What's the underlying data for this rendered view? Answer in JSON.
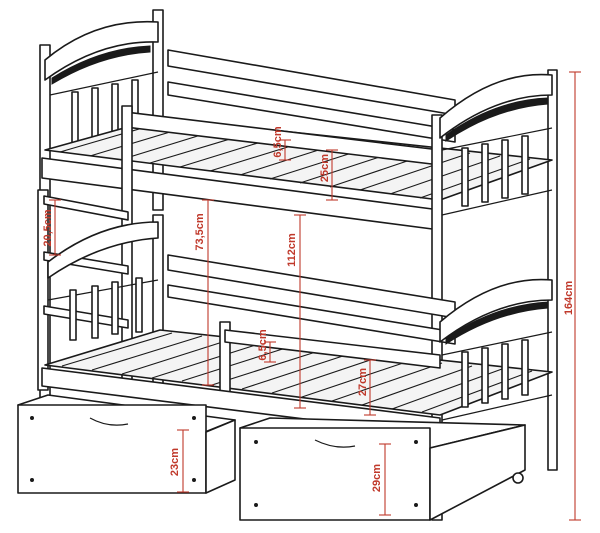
{
  "colors": {
    "dimension": "#c0392b",
    "line": "#1a1a1a",
    "background": "#ffffff"
  },
  "dimensions": {
    "top_slat_gap": "6,5cm",
    "top_rail_height": "25cm",
    "ladder_step": "20,5cm",
    "bed_clearance": "73,5cm",
    "total_height_mid": "112cm",
    "total_height": "164cm",
    "bottom_slat_gap": "6,5cm",
    "bottom_rail_height": "27cm",
    "drawer_left": "23cm",
    "drawer_right": "29cm"
  }
}
